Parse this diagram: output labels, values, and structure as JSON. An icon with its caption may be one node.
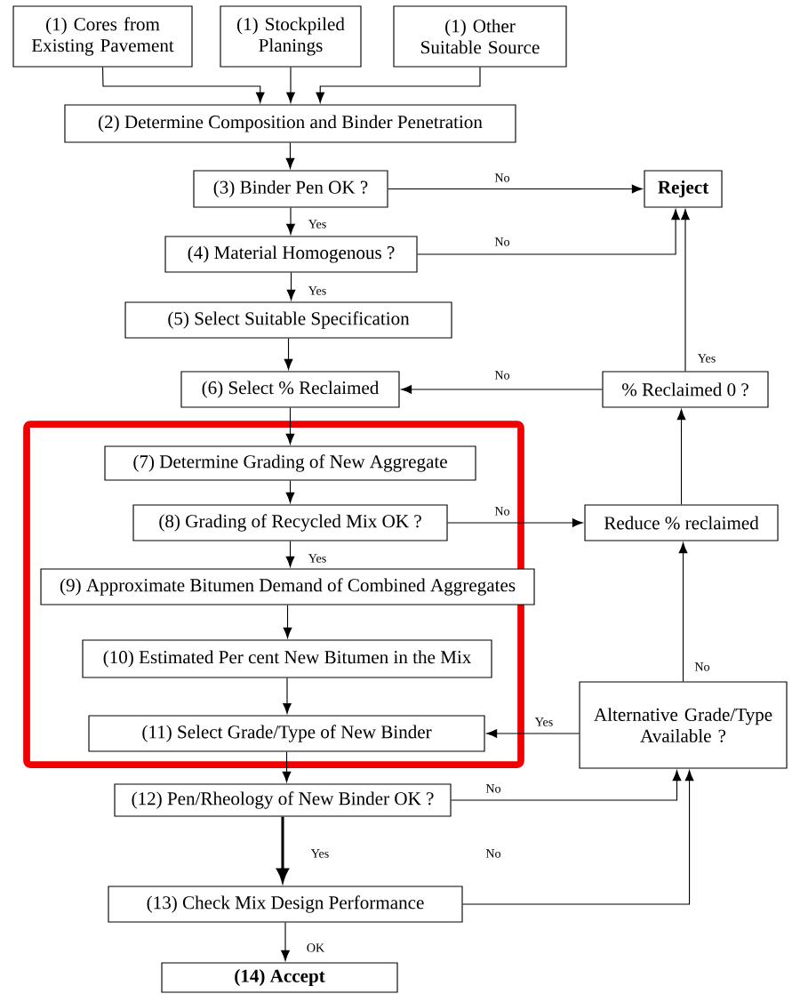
{
  "diagram": {
    "nodes": [
      {
        "text": [
          "(1) Cores from Existing Pavement"
        ]
      },
      {
        "text": [
          "(1) Stockpiled Planings"
        ]
      },
      {
        "text": [
          "(1) Other Suitable Source"
        ]
      },
      {
        "text": [
          "(2) Determine Composition and Binder Penetration"
        ]
      },
      {
        "text": [
          "(3) Binder Pen OK ?"
        ]
      },
      {
        "text": [
          "Reject"
        ]
      },
      {
        "text": [
          "(4) Material Homogenous ?"
        ]
      },
      {
        "text": [
          "(5) Select Suitable Specification"
        ]
      },
      {
        "text": [
          "(6) Select % Reclaimed"
        ]
      },
      {
        "text": [
          "% Reclaimed 0 ?"
        ]
      },
      {
        "text": [],
        "shape": "box"
      },
      {
        "text": [
          "(7) Determine Grading of New Aggregate"
        ],
        "in": 10
      },
      {
        "text": [
          "(8) Grading of Recycled Mix OK ?"
        ],
        "in": 10
      },
      {
        "text": [
          "(9) Approximate Bitumen Demand of Combined Aggregates"
        ],
        "in": 10
      },
      {
        "text": [
          "(10) Estimated Per cent New Bitumen in the Mix"
        ],
        "in": 10
      },
      {
        "text": [
          "(11) Select Grade/Type of New Binder"
        ],
        "in": 10
      },
      {
        "text": [
          "Reduce % reclaimed"
        ]
      },
      {
        "text": [
          "Alternative Grade/Type Available ?"
        ]
      },
      {
        "text": [
          "(12) Pen/Rheology of New Binder OK ?"
        ]
      },
      {
        "text": [
          "(13) Check Mix Design Performance"
        ]
      },
      {
        "text": [
          "(14) Accept"
        ]
      }
    ],
    "edges": [
      {
        "from": 0,
        "to": 3,
        "arrow": "to"
      },
      {
        "from": 1,
        "to": 3,
        "arrow": "to"
      },
      {
        "from": 2,
        "to": 3,
        "arrow": "to"
      },
      {
        "from": 3,
        "to": 4,
        "arrow": "to"
      },
      {
        "from": 4,
        "to": 5,
        "arrow": "to",
        "label": "No"
      },
      {
        "from": 4,
        "to": 6,
        "arrow": "to",
        "label": "Yes"
      },
      {
        "from": 6,
        "to": 5,
        "arrow": "to",
        "label": "No"
      },
      {
        "from": 6,
        "to": 7,
        "arrow": "to",
        "label": "Yes"
      },
      {
        "from": 7,
        "to": 8,
        "arrow": "to"
      },
      {
        "from": 9,
        "to": 5,
        "arrow": "to",
        "label": "Yes"
      },
      {
        "from": 9,
        "to": 8,
        "arrow": "to",
        "label": "No"
      },
      {
        "from": 8,
        "to": 11,
        "arrow": "to"
      },
      {
        "from": 11,
        "to": 12,
        "arrow": "to"
      },
      {
        "from": 12,
        "to": 13,
        "arrow": "to",
        "label": "Yes"
      },
      {
        "from": 13,
        "to": 14,
        "arrow": "to"
      },
      {
        "from": 14,
        "to": 15,
        "arrow": "to"
      },
      {
        "from": 12,
        "to": 16,
        "arrow": "to",
        "label": "No"
      },
      {
        "from": 16,
        "to": 9,
        "arrow": "to"
      },
      {
        "from": 17,
        "to": 16,
        "arrow": "to",
        "label": "No"
      },
      {
        "from": 17,
        "to": 15,
        "arrow": "to",
        "label": "Yes"
      },
      {
        "from": 15,
        "to": 18,
        "arrow": "to"
      },
      {
        "from": 18,
        "to": 17,
        "arrow": "to",
        "label": "No"
      },
      {
        "from": 18,
        "to": 19,
        "arrow": "to",
        "label": "Yes",
        "style": "thick"
      },
      {
        "from": 19,
        "to": 17,
        "arrow": "to",
        "label": "No"
      },
      {
        "from": 19,
        "to": 20,
        "arrow": "to",
        "label": "OK"
      }
    ]
  }
}
